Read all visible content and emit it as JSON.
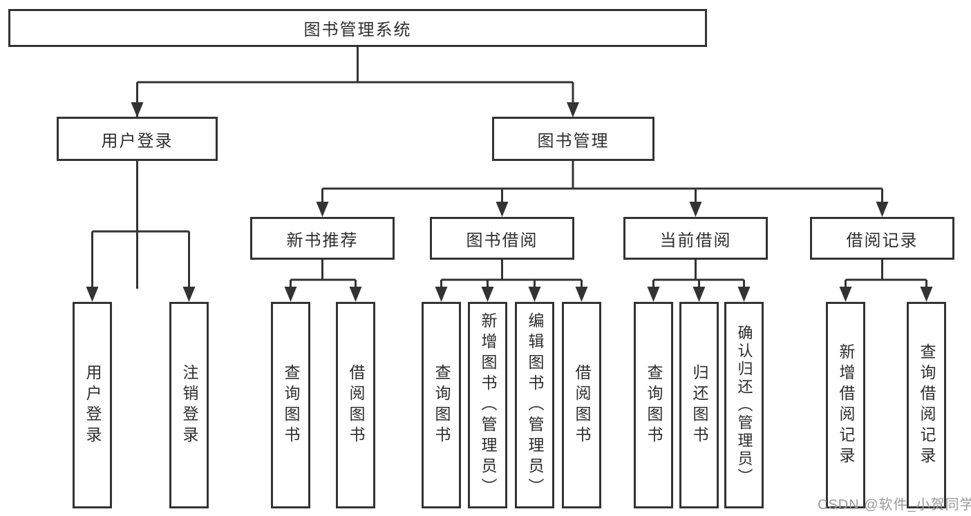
{
  "tree": {
    "label": "图书管理系统",
    "children": [
      {
        "label": "用户登录",
        "children": [
          {
            "label": "用户登录"
          },
          {
            "label": "注销登录"
          }
        ]
      },
      {
        "label": "图书管理",
        "children": [
          {
            "label": "新书推荐",
            "children": [
              {
                "label": "查询图书"
              },
              {
                "label": "借阅图书"
              }
            ]
          },
          {
            "label": "图书借阅",
            "children": [
              {
                "label": "查询图书"
              },
              {
                "label": "新增图书（管理员）"
              },
              {
                "label": "编辑图书（管理员）"
              },
              {
                "label": "借阅图书"
              }
            ]
          },
          {
            "label": "当前借阅",
            "children": [
              {
                "label": "查询图书"
              },
              {
                "label": "归还图书"
              },
              {
                "label": "确认归还（管理员）"
              }
            ]
          },
          {
            "label": "借阅记录",
            "children": [
              {
                "label": "新增借阅记录"
              },
              {
                "label": "查询借阅记录"
              }
            ]
          }
        ]
      }
    ]
  },
  "watermark": {
    "text": "CSDN @软件_小贺同学",
    "color": "#9a9a9a"
  },
  "style": {
    "line_color": "#333333",
    "box_background": "#ffffff",
    "text_color": "#2d2d2d"
  }
}
